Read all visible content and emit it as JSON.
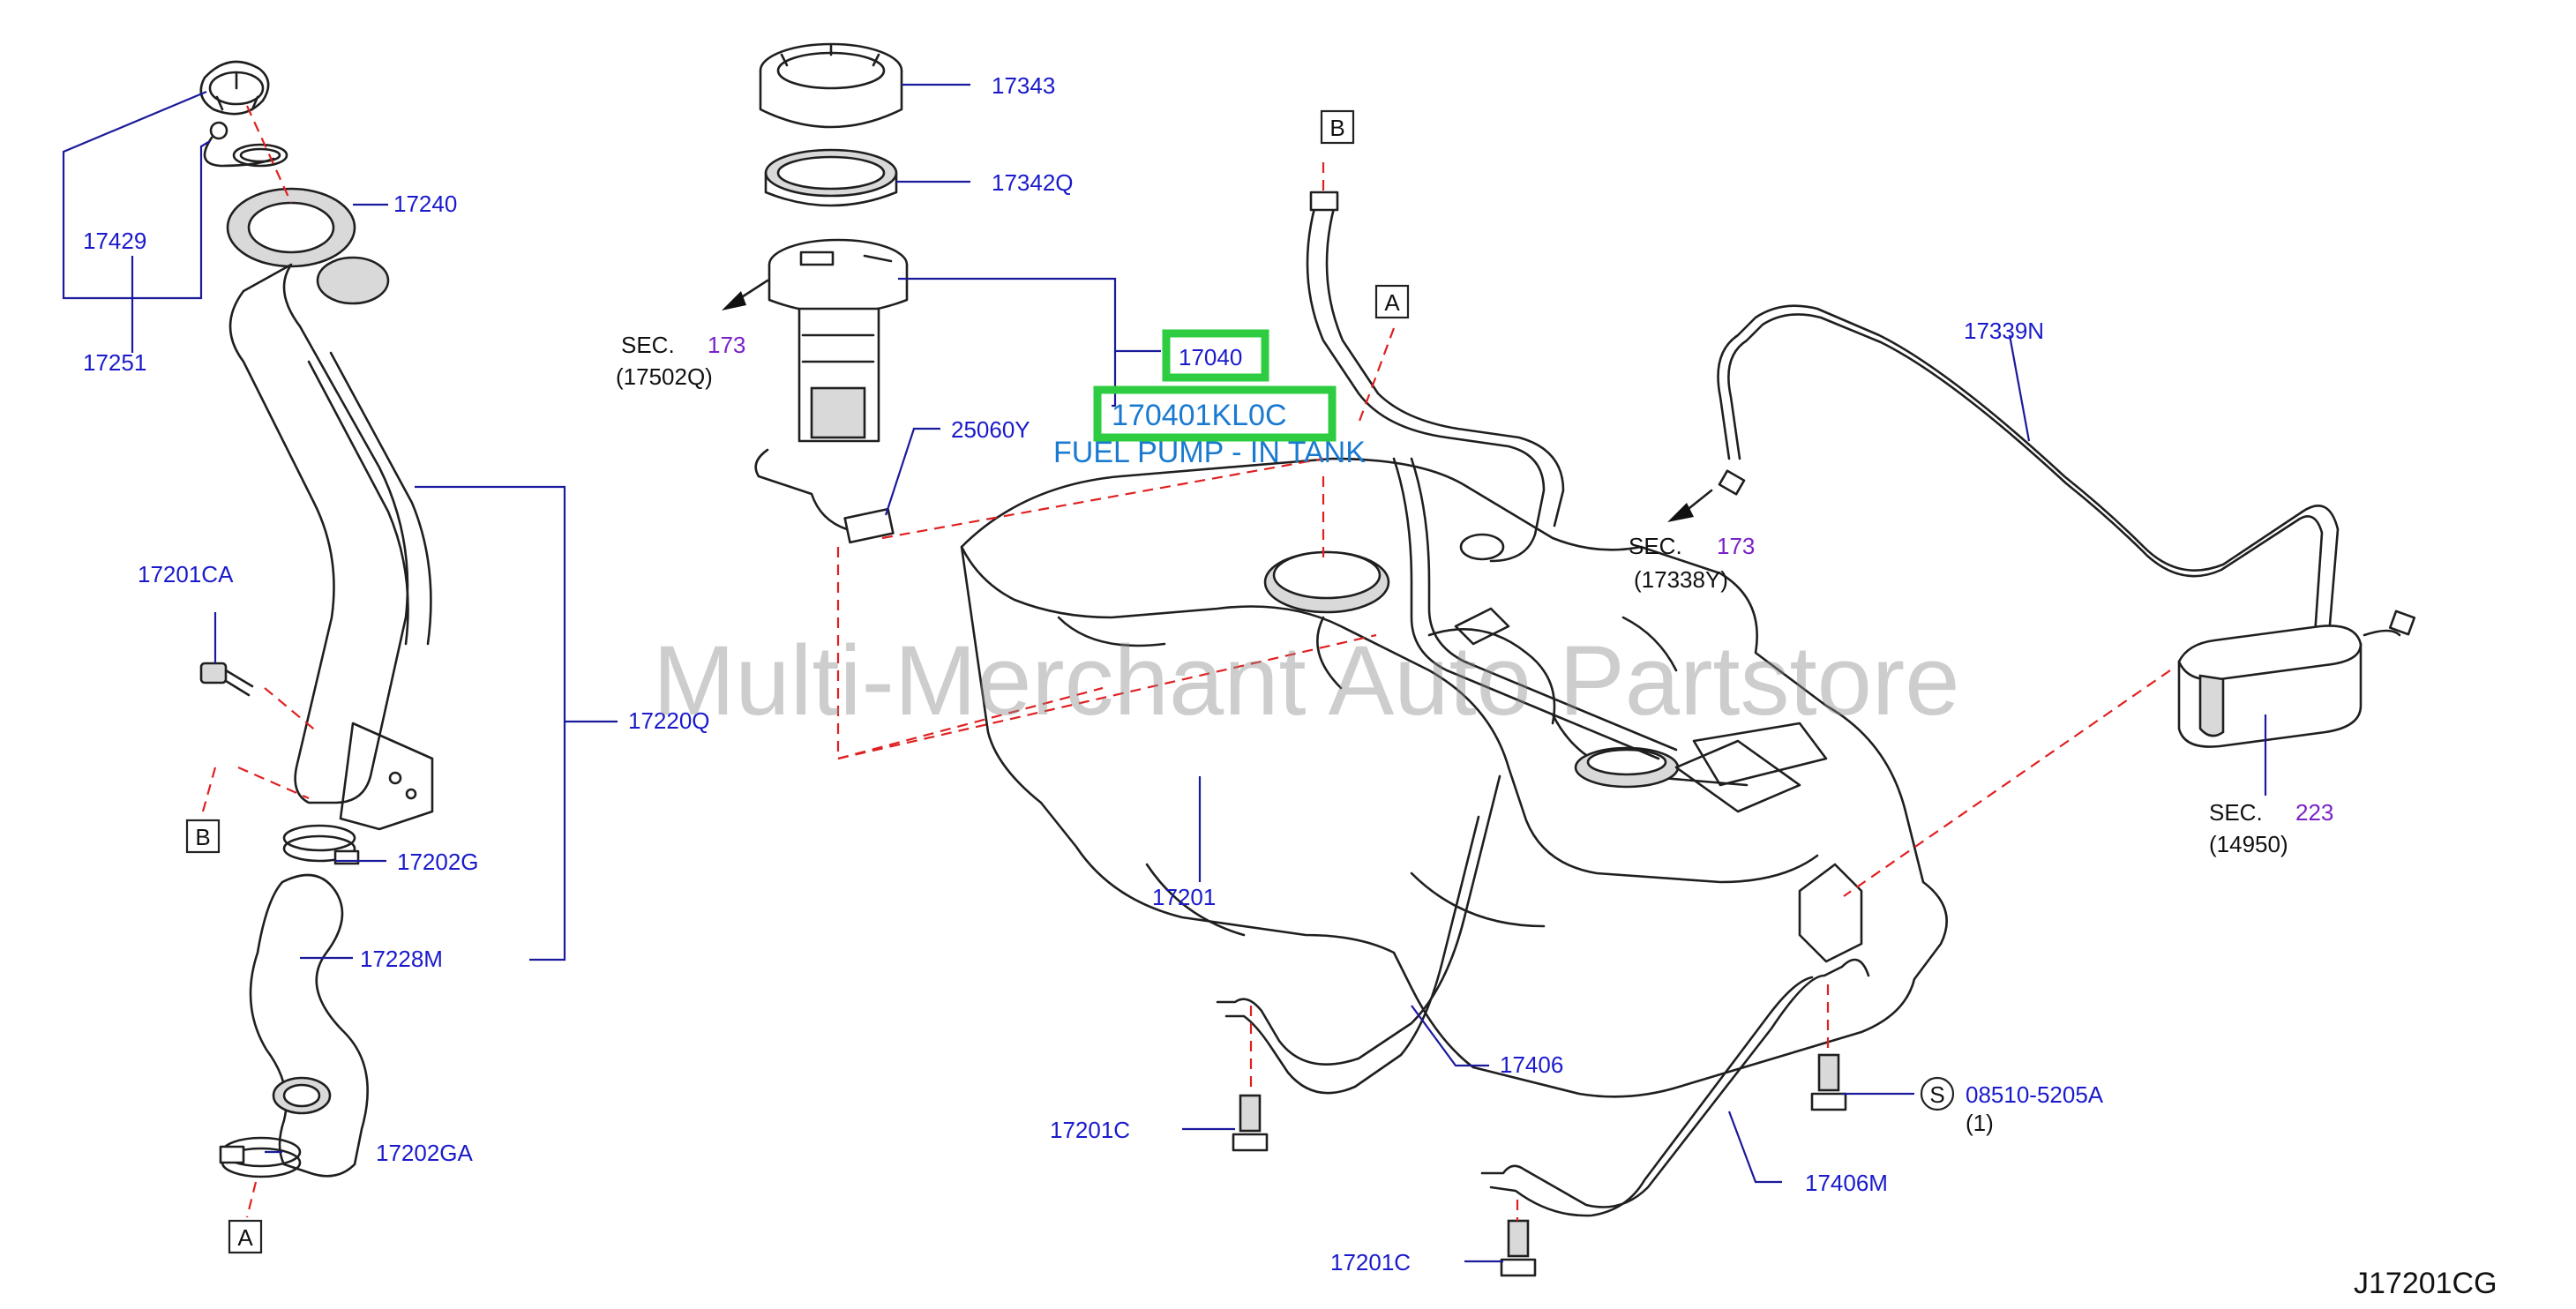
{
  "watermark": "Multi-Merchant Auto Partstore",
  "diagram_code": "J17201CG",
  "highlight": {
    "part_number": "170401KL0C",
    "description": "FUEL PUMP - IN TANK"
  },
  "callouts": {
    "c17343": "17343",
    "c17342q": "17342Q",
    "c17040": "17040",
    "c25060y": "25060Y",
    "c17429": "17429",
    "c17251": "17251",
    "c17240": "17240",
    "c17201ca": "17201CA",
    "c17220q": "17220Q",
    "c17202g": "17202G",
    "c17228m": "17228M",
    "c17202ga": "17202GA",
    "c17201": "17201",
    "c17339n": "17339N",
    "c17406": "17406",
    "c17406m": "17406M",
    "c17201c_a": "17201C",
    "c17201c_b": "17201C",
    "c08510": "08510-5205A",
    "c08510_qty": "(1)"
  },
  "sections": {
    "sec1": {
      "prefix": "SEC.",
      "num": "173",
      "sub": "(17502Q)"
    },
    "sec2": {
      "prefix": "SEC.",
      "num": "173",
      "sub": "(17338Y)"
    },
    "sec3": {
      "prefix": "SEC.",
      "num": "223",
      "sub": "(14950)"
    }
  },
  "ref_markers": {
    "a_top": "A",
    "a_bottom": "A",
    "b_top": "B",
    "b_left": "B",
    "s_symbol": "S"
  },
  "colors": {
    "callout_text": "#1a1acc",
    "section_number": "#7a22c8",
    "highlight_border": "#2ecc40",
    "highlight_text": "#1a7ad0",
    "reference_dash": "#e02020"
  }
}
